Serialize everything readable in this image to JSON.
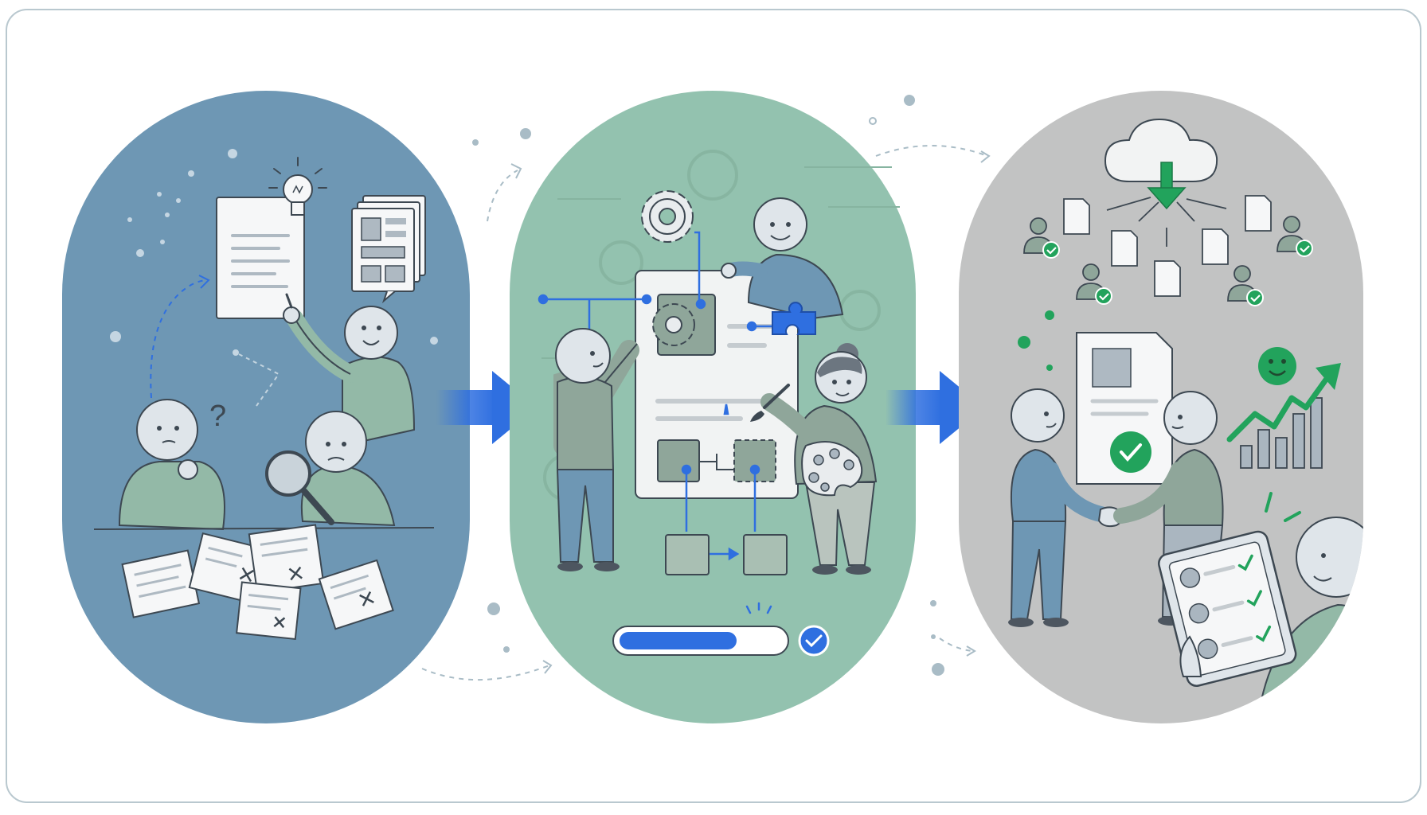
{
  "colors": {
    "frame_border": "#b9c8cf",
    "panel_1": "#6e97b4",
    "panel_2": "#93c2af",
    "panel_3": "#c2c3c3",
    "arrow_blue": "#2f6fe0",
    "accent_green": "#22a35c",
    "line_dark": "#3d4852",
    "skin": "#dfe5ea",
    "paper": "#f6f7f8"
  },
  "panels": [
    {
      "id": "research",
      "icons": [
        "lightbulb-icon",
        "document-icon",
        "layout-pages-icon",
        "question-mark-icon",
        "magnifying-glass-icon",
        "rejected-paper-icon"
      ]
    },
    {
      "id": "build",
      "icons": [
        "gear-icon",
        "puzzle-piece-icon",
        "paint-palette-icon",
        "paintbrush-icon",
        "checkmark-badge-icon"
      ],
      "progress_fraction": 0.72
    },
    {
      "id": "deliver",
      "icons": [
        "cloud-download-icon",
        "user-check-icon",
        "file-icon",
        "approved-document-icon",
        "smiley-icon",
        "growth-chart-icon",
        "tablet-icon",
        "handshake-icon"
      ]
    }
  ]
}
